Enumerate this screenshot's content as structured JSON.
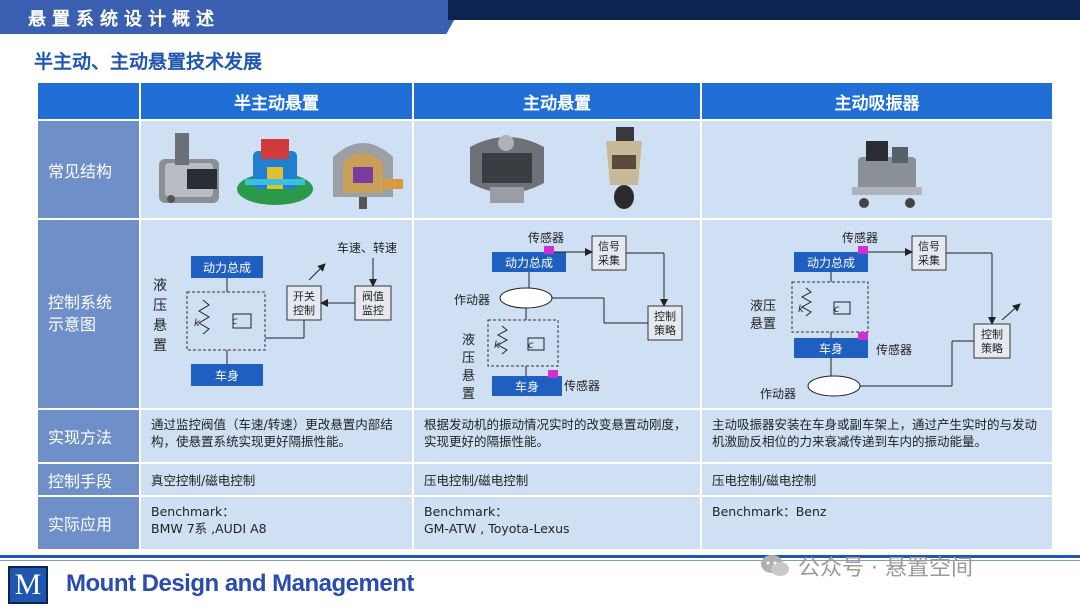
{
  "header": {
    "title": "悬置系统设计概述"
  },
  "subtitle": "半主动、主动悬置技术发展",
  "columns": [
    "半主动悬置",
    "主动悬置",
    "主动吸振器"
  ],
  "rows": {
    "structure": "常见结构",
    "control_diagram": "控制系统示意图",
    "method": "实现方法",
    "means": "控制手段",
    "application": "实际应用"
  },
  "method": {
    "semi": "通过监控阀值（车速/转速）更改悬置内部结构，使悬置系统实现更好隔振性能。",
    "active": "根据发动机的振动情况实时的改变悬置动刚度，实现更好的隔振性能。",
    "absorber": "主动吸振器安装在车身或副车架上，通过产生实时的与发动机激励反相位的力来衰减传递到车内的振动能量。"
  },
  "means": {
    "semi": "真空控制/磁电控制",
    "active": "压电控制/磁电控制",
    "absorber": "压电控制/磁电控制"
  },
  "application": {
    "semi_l1": "Benchmark：",
    "semi_l2": "BMW 7系 ,AUDI A8",
    "active_l1": "Benchmark：",
    "active_l2": "GM-ATW , Toyota-Lexus",
    "absorber": "Benchmark：Benz"
  },
  "diagram_semi": {
    "powertrain": "动力总成",
    "body": "车身",
    "side_label": "液压悬置",
    "switch": "开关控制",
    "threshold": "阀值监控",
    "signal": "车速、转速",
    "k": "k",
    "c": "c"
  },
  "diagram_active": {
    "sensor_top": "传感器",
    "powertrain": "动力总成",
    "signal": "信号采集",
    "actuator": "作动器",
    "strategy": "控制策略",
    "side_label": "液压悬置",
    "body": "车身",
    "sensor_bottom": "传感器",
    "k": "k",
    "c": "c"
  },
  "diagram_absorber": {
    "sensor_top": "传感器",
    "powertrain": "动力总成",
    "signal": "信号采集",
    "side_label": "液压悬置",
    "strategy": "控制策略",
    "body": "车身",
    "sensor_mid": "传感器",
    "actuator": "作动器",
    "k": "k",
    "c": "c"
  },
  "footer": {
    "logo": "M",
    "brand": "Mount Design and Management",
    "watermark": "公众号 · 悬置空间"
  },
  "colors": {
    "header_blue": "#1f6fd6",
    "row_label": "#6f8fc9",
    "cell_bg": "#cfe0f4",
    "box_blue": "#1f5fbf",
    "sensor": "#d030d0"
  }
}
